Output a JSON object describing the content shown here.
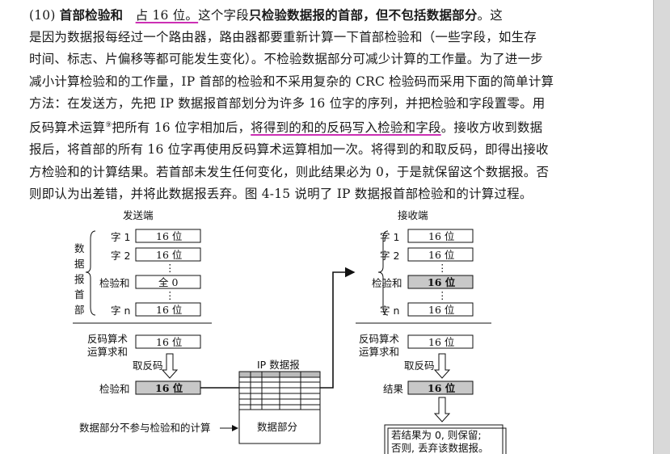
{
  "text": {
    "line1_a": "(10) ",
    "line1_b": "首部检验和",
    "line1_c": "占 16 位。",
    "line1_d": "这个字段",
    "line1_e": "只检验数据报的首部，但不包括数据部分",
    "line1_f": "。这",
    "line2": "是因为数据报每经过一个路由器，路由器都要重新计算一下首部检验和（一些字段，如生存",
    "line3": "时间、标志、片偏移等都可能发生变化）。不检验数据部分可减少计算的工作量。为了进一步",
    "line4": "减小计算检验和的工作量，IP 首部的检验和不采用复杂的 CRC 检验码而采用下面的简单计算",
    "line5": "方法：在发送方，先把 IP 数据报首部划分为许多 16 位字的序列，并把检验和字段置零。用",
    "line6_a": "反码算术运算",
    "line6_sup": "⑨",
    "line6_b": "把所有 16 位字相加后，",
    "line6_c": "将得到的和的反码写入检验和字段",
    "line6_d": "。接收方收到数据",
    "line7": "报后，将首部的所有 16 位字再使用反码算术运算相加一次。将得到的和取反码，即得出接收",
    "line8": "方检验和的计算结果。若首部未发生任何变化，则此结果必为 0，于是就保留这个数据报。否",
    "line9": "则即认为出差错，并将此数据报丢弃。图 4-15 说明了 IP 数据报首部检验和的计算过程。"
  },
  "figure": {
    "sender_title": "发送端",
    "receiver_title": "接收端",
    "bracket_label": [
      "数",
      "据",
      "报",
      "首",
      "部"
    ],
    "word1": "字 1",
    "word2": "字 2",
    "checksum": "检验和",
    "wordn": "字 n",
    "bits16": "16 位",
    "all_zero": "全 0",
    "ones_sum_1": "反码算术",
    "ones_sum_2": "运算求和",
    "take_complement": "取反码",
    "result": "结果",
    "ip_datagram": "IP 数据报",
    "data_part": "数据部分",
    "data_not_included": "数据部分不参与检验和的计算",
    "note_1": "若结果为 0, 则保留;",
    "note_2": "否则, 丢弃该数据报。",
    "dots": "⋮"
  },
  "colors": {
    "highlight": "#cc2fb4",
    "gray_box": "#c8c8c8"
  }
}
